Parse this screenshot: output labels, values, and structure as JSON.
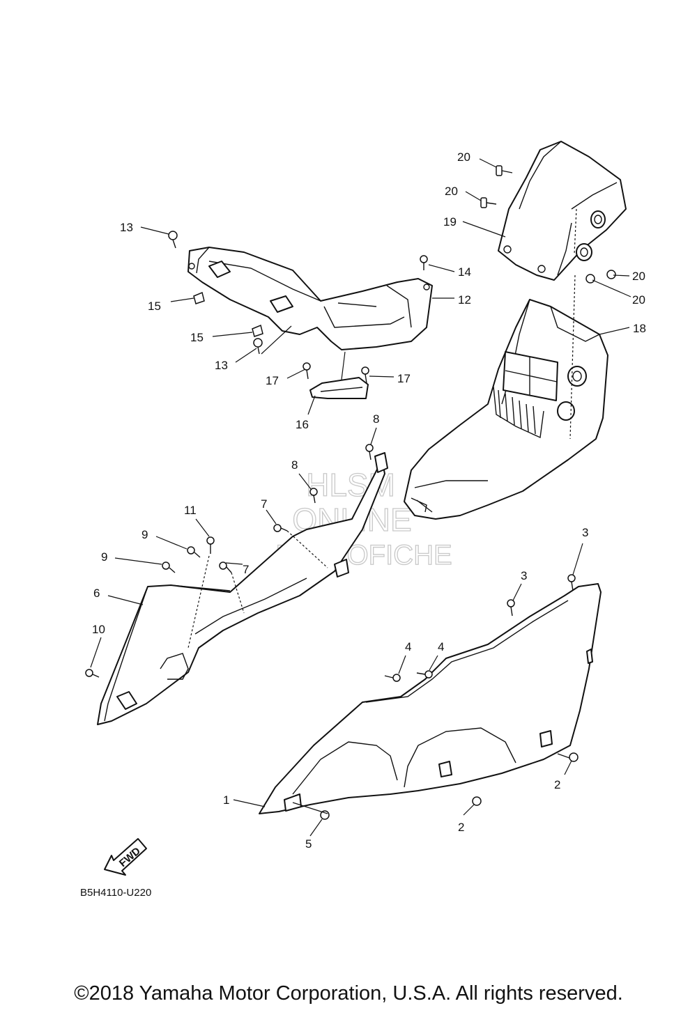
{
  "diagram": {
    "drawing_code": "B5H4110-U220",
    "direction_label": "FWD",
    "watermark": [
      "HLSM",
      "ONLINE",
      "MICROFICHE"
    ],
    "copyright": "©2018 Yamaha Motor Corporation, U.S.A. All rights reserved.",
    "callouts": [
      {
        "id": "c-1",
        "label": "1"
      },
      {
        "id": "c-2a",
        "label": "2"
      },
      {
        "id": "c-2b",
        "label": "2"
      },
      {
        "id": "c-3a",
        "label": "3"
      },
      {
        "id": "c-3b",
        "label": "3"
      },
      {
        "id": "c-4a",
        "label": "4"
      },
      {
        "id": "c-4b",
        "label": "4"
      },
      {
        "id": "c-5",
        "label": "5"
      },
      {
        "id": "c-6",
        "label": "6"
      },
      {
        "id": "c-7a",
        "label": "7"
      },
      {
        "id": "c-7b",
        "label": "7"
      },
      {
        "id": "c-8a",
        "label": "8"
      },
      {
        "id": "c-8b",
        "label": "8"
      },
      {
        "id": "c-9a",
        "label": "9"
      },
      {
        "id": "c-9b",
        "label": "9"
      },
      {
        "id": "c-10",
        "label": "10"
      },
      {
        "id": "c-11",
        "label": "11"
      },
      {
        "id": "c-12",
        "label": "12"
      },
      {
        "id": "c-13a",
        "label": "13"
      },
      {
        "id": "c-13b",
        "label": "13"
      },
      {
        "id": "c-14",
        "label": "14"
      },
      {
        "id": "c-15a",
        "label": "15"
      },
      {
        "id": "c-15b",
        "label": "15"
      },
      {
        "id": "c-16",
        "label": "16"
      },
      {
        "id": "c-17a",
        "label": "17"
      },
      {
        "id": "c-17b",
        "label": "17"
      },
      {
        "id": "c-18",
        "label": "18"
      },
      {
        "id": "c-19",
        "label": "19"
      },
      {
        "id": "c-20a",
        "label": "20"
      },
      {
        "id": "c-20b",
        "label": "20"
      },
      {
        "id": "c-20c",
        "label": "20"
      },
      {
        "id": "c-20d",
        "label": "20"
      }
    ]
  }
}
